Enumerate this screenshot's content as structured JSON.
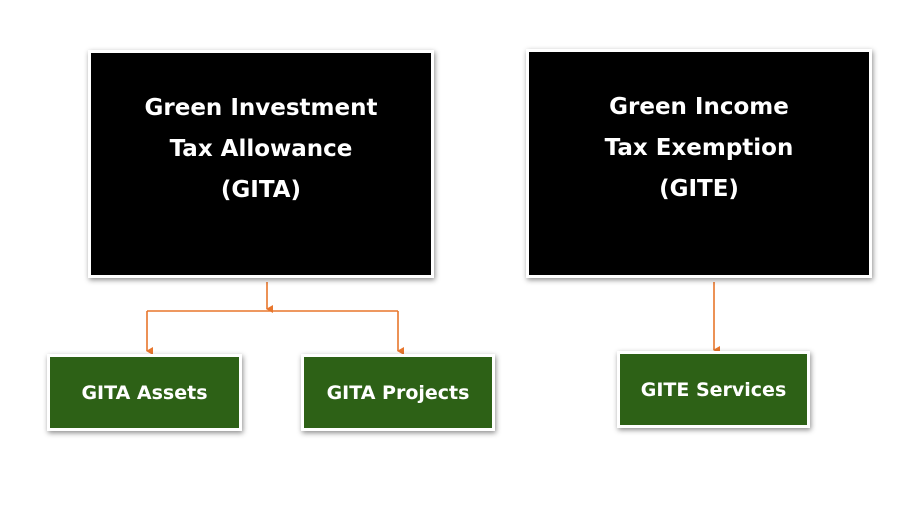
{
  "colors": {
    "parent_fill": "#000000",
    "child_fill": "#2d6116",
    "connector": "#e8762c"
  },
  "gita": {
    "lines": [
      "Green Investment",
      "Tax Allowance",
      "(GITA)"
    ],
    "children": {
      "assets": "GITA Assets",
      "projects": "GITA Projects"
    }
  },
  "gite": {
    "lines": [
      "Green Income",
      "Tax Exemption",
      "(GITE)"
    ],
    "children": {
      "services": "GITE Services"
    }
  }
}
